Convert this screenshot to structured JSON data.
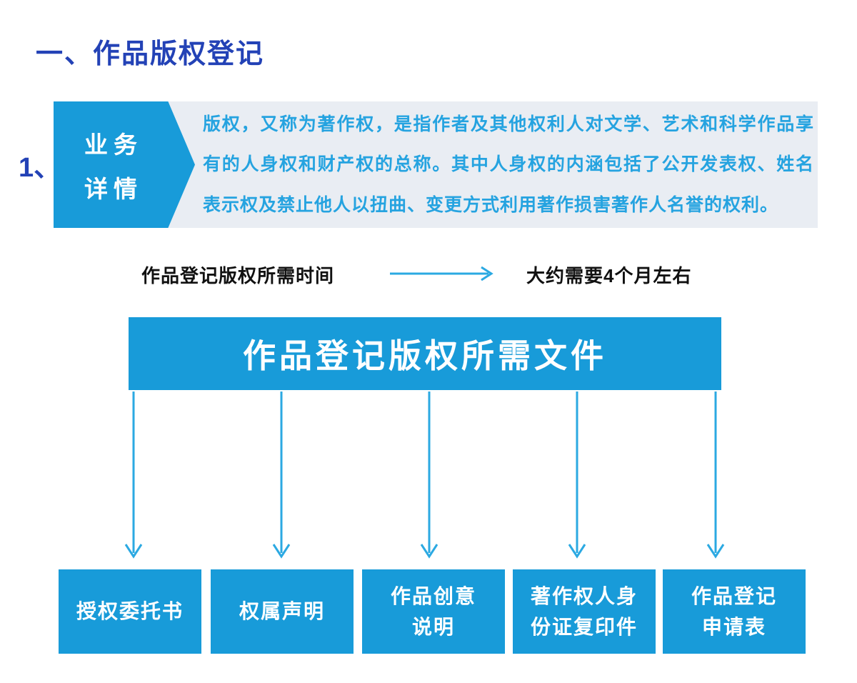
{
  "page": {
    "title": "一、作品版权登记",
    "section_number": "1、"
  },
  "detail": {
    "tab_line1": "业务",
    "tab_line2": "详情",
    "description": "版权，又称为著作权，是指作者及其他权利人对文学、艺术和科学作品享有的人身权和财产权的总称。其中人身权的内涵包括了公开发表权、姓名表示权及禁止他人以扭曲、变更方式利用著作损害著作人名誉的权利。"
  },
  "timeline": {
    "label": "作品登记版权所需时间",
    "value": "大约需要4个月左右"
  },
  "documents": {
    "banner": "作品登记版权所需文件",
    "items": [
      "授权委托书",
      "权属声明",
      "作品创意\n说明",
      "著作权人身\n份证复印件",
      "作品登记\n申请表"
    ]
  },
  "colors": {
    "heading": "#2342b6",
    "box-blue": "#189bd9",
    "text-blue": "#25a3e0",
    "light-bg": "#e9edf3",
    "arrow-blue": "#2ba9e2",
    "ink": "#111111"
  }
}
